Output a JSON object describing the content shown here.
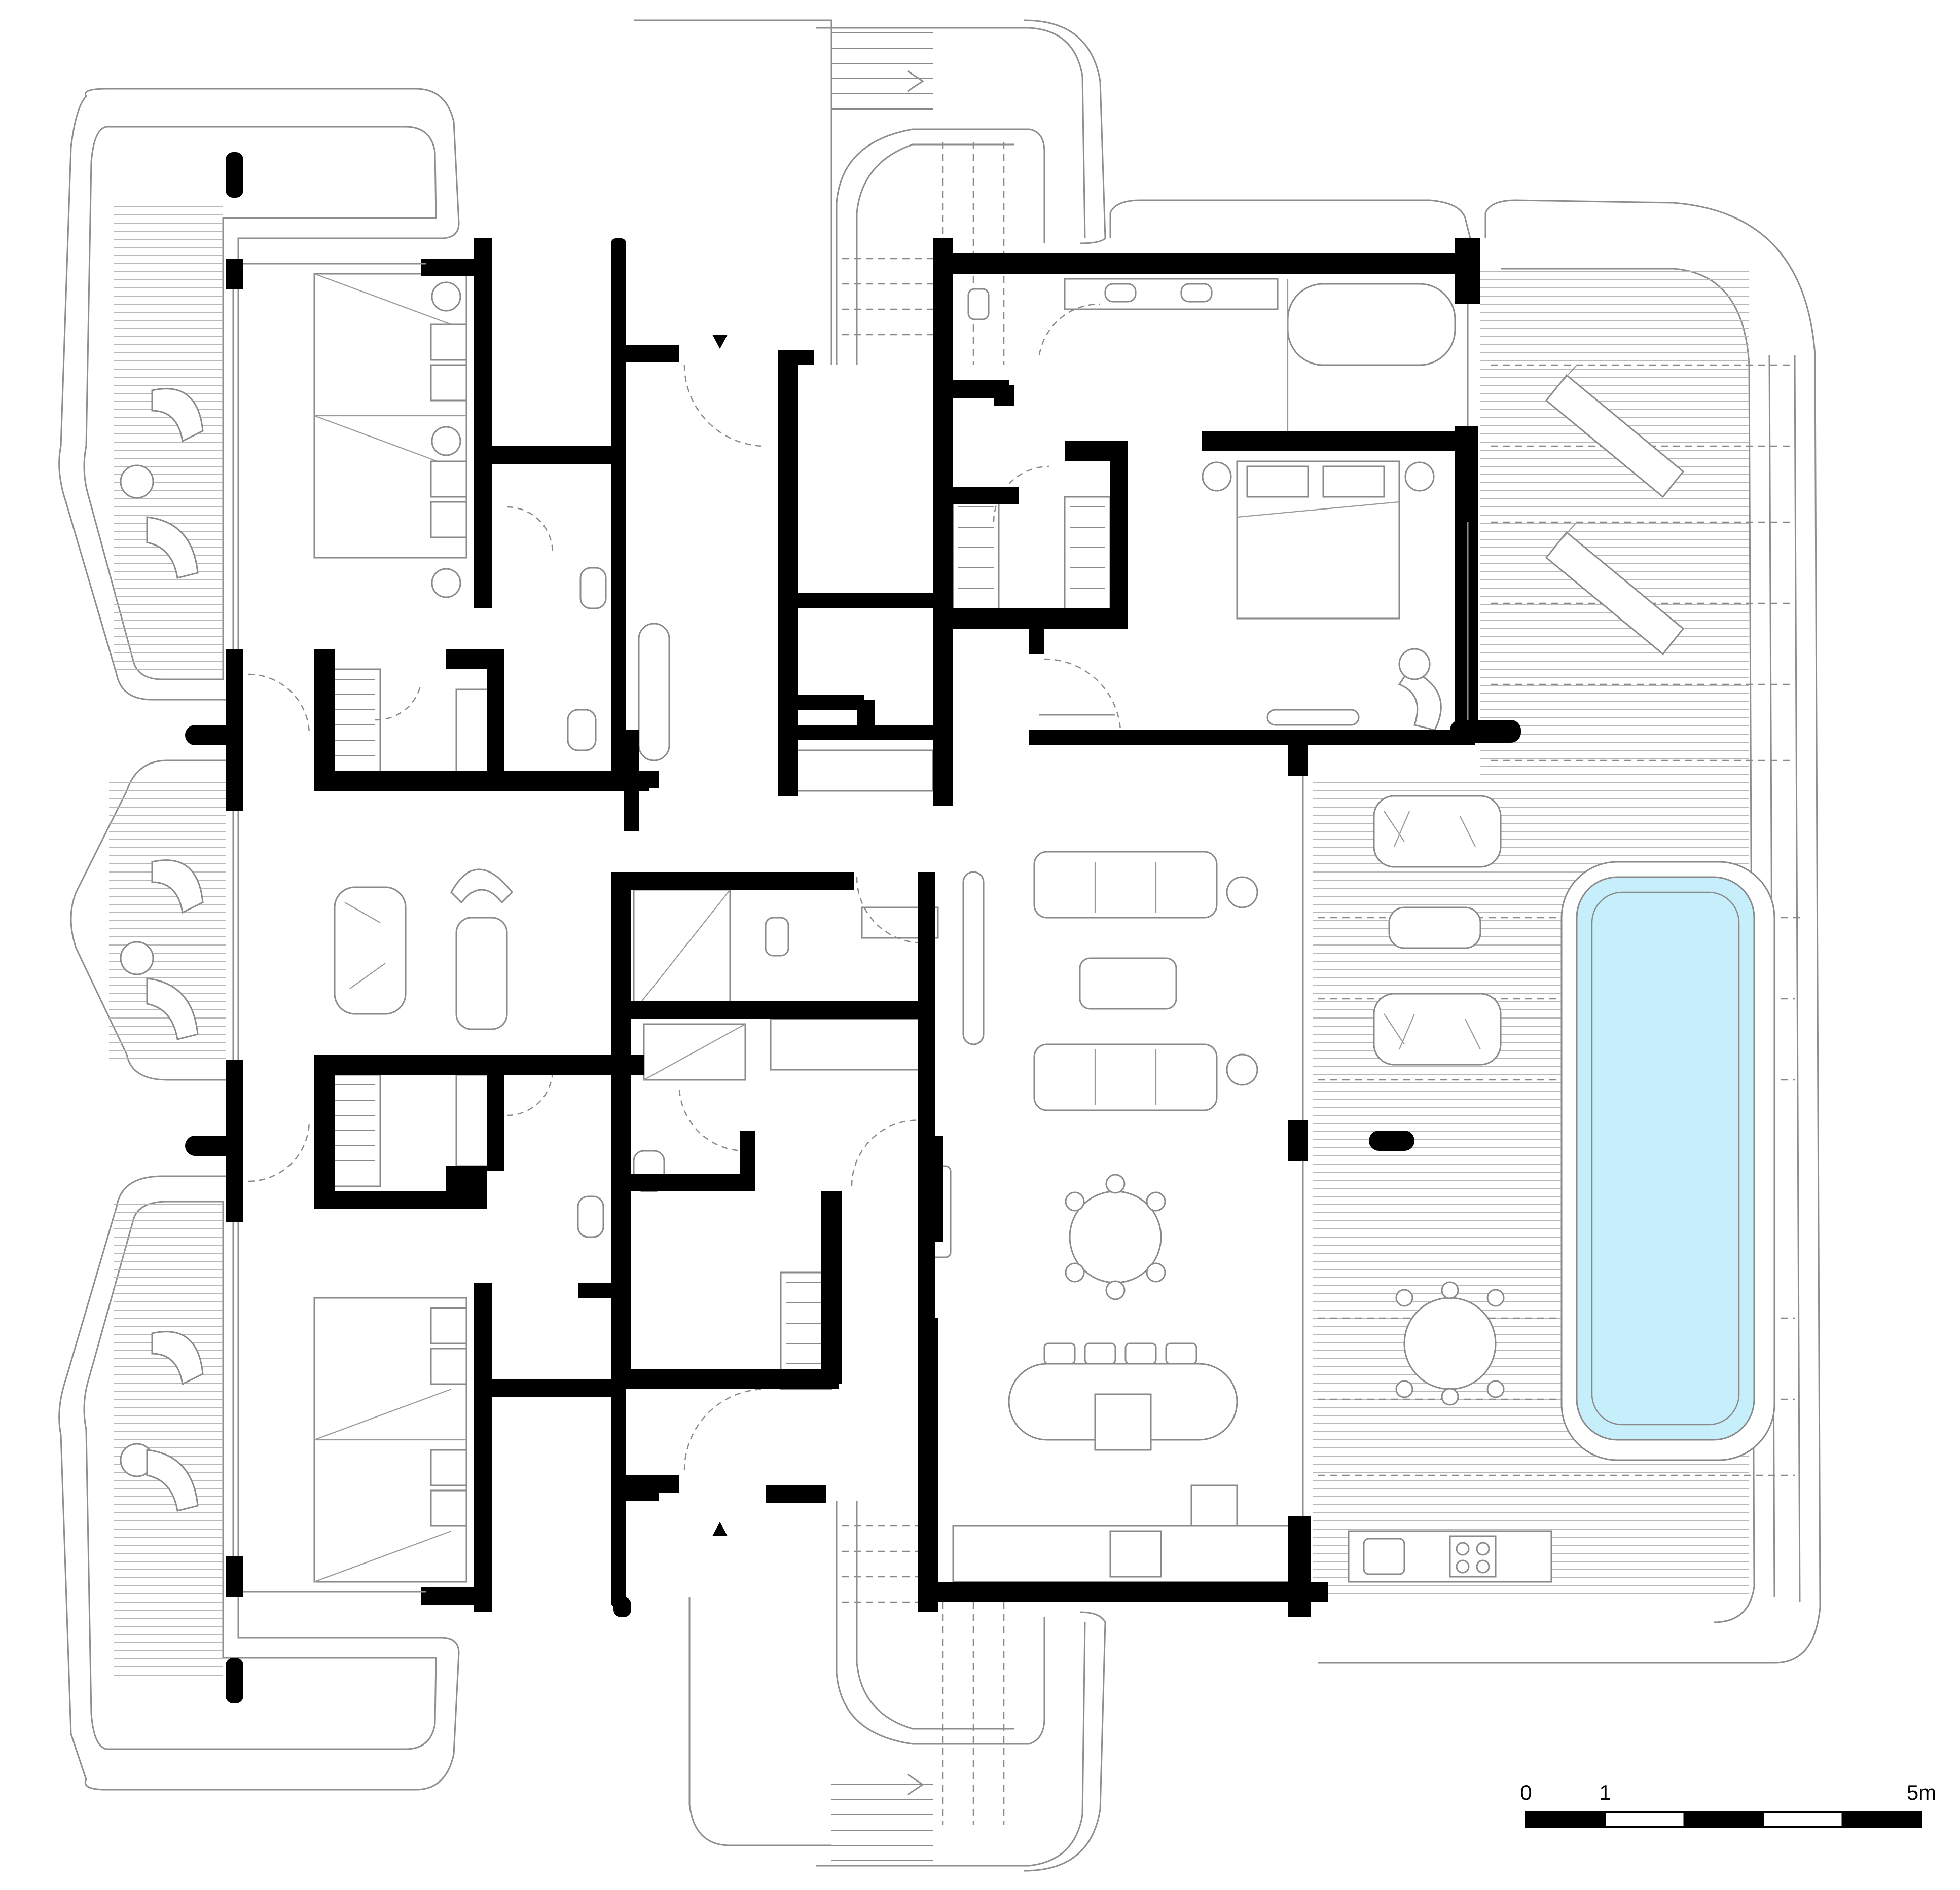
{
  "scale_bar": {
    "labels": [
      "0",
      "1",
      "5m"
    ],
    "segments_m": [
      0,
      1,
      2,
      3,
      4,
      5
    ]
  },
  "colors": {
    "wall": "#000000",
    "line": "#8e8e8e",
    "pool_water": "#c6eefb",
    "pool_edge": "#8a8a8a",
    "background": "#ffffff"
  },
  "icons": {
    "entry_arrow_north": "triangle-down",
    "entry_arrow_south": "triangle-up"
  }
}
